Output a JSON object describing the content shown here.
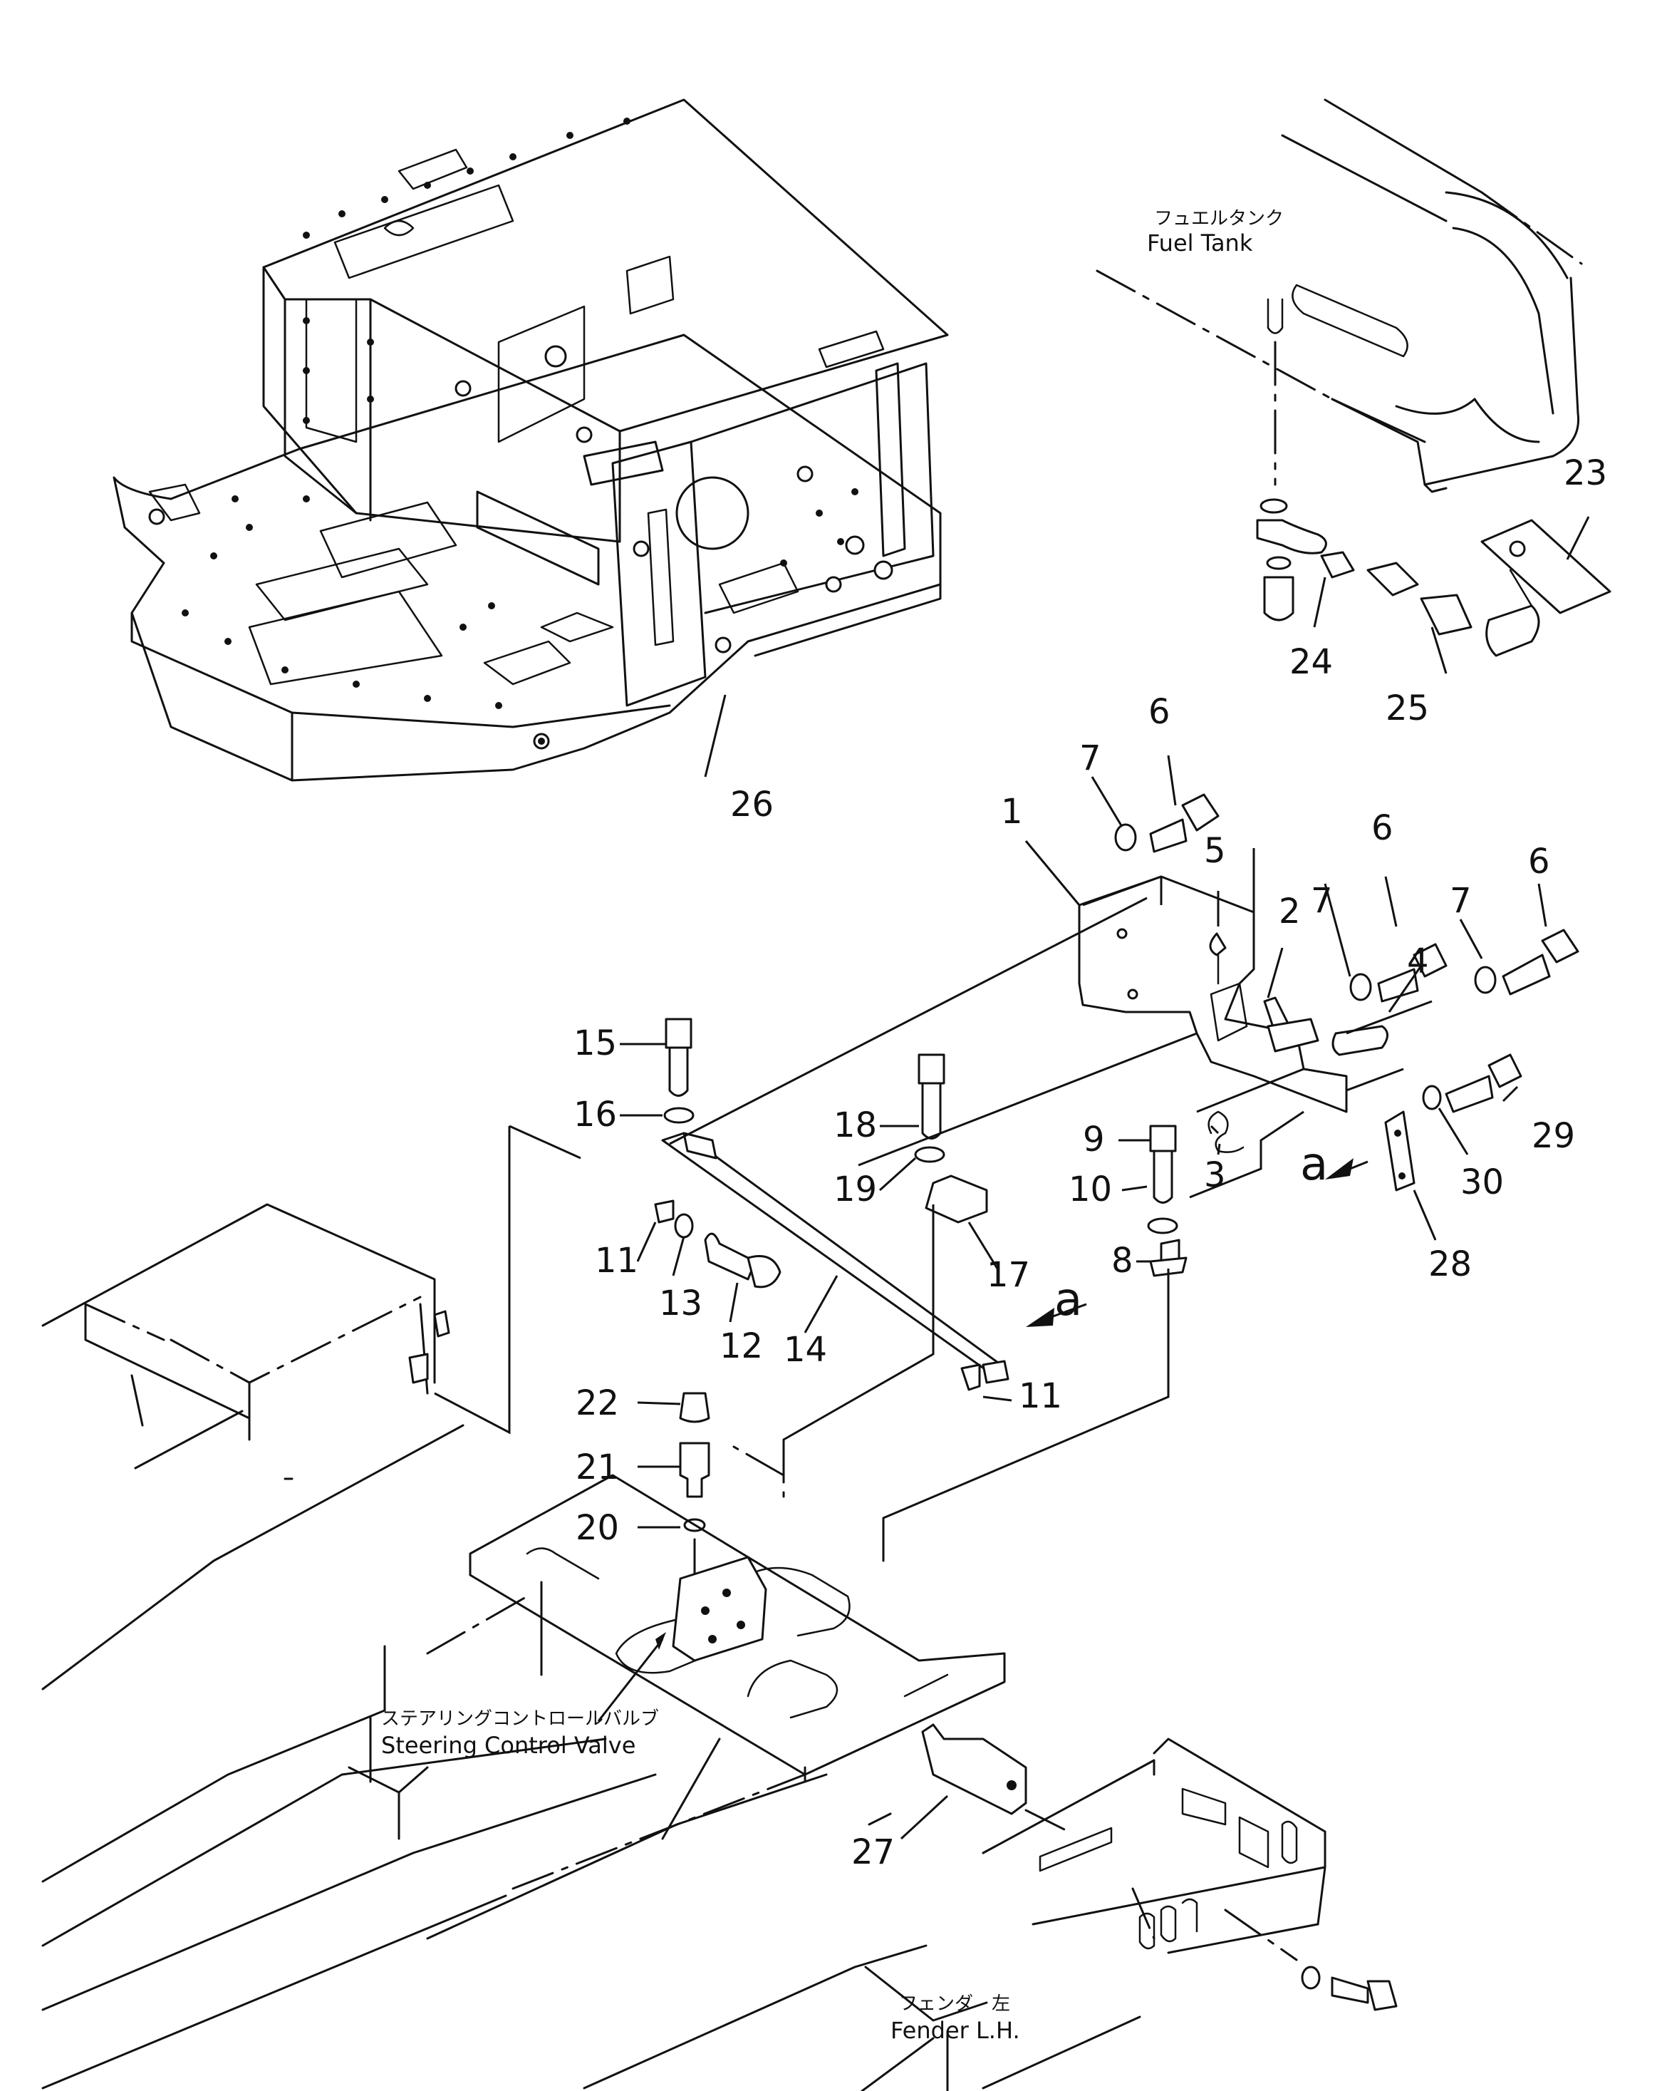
{
  "labels": {
    "fuel_tank_jp": "フュエルタンク",
    "fuel_tank_en": "Fuel  Tank",
    "steering_jp": "ステアリングコントロールバルブ",
    "steering_en": "Steering  Control  Valve",
    "fender_jp": "フェンダ　左",
    "fender_en": "Fender  L.H."
  },
  "view_marks": {
    "a1": "a",
    "a2": "a"
  },
  "part_numbers": {
    "p1": "1",
    "p2": "2",
    "p3": "3",
    "p4": "4",
    "p5": "5",
    "p6a": "6",
    "p6b": "6",
    "p6c": "6",
    "p7a": "7",
    "p7b": "7",
    "p7c": "7",
    "p8": "8",
    "p9": "9",
    "p10": "10",
    "p11a": "11",
    "p11b": "11",
    "p12": "12",
    "p13": "13",
    "p14": "14",
    "p15": "15",
    "p16": "16",
    "p17": "17",
    "p18": "18",
    "p19": "19",
    "p20": "20",
    "p21": "21",
    "p22": "22",
    "p23": "23",
    "p24": "24",
    "p25": "25",
    "p26": "26",
    "p27": "27",
    "p28": "28",
    "p29": "29",
    "p30": "30"
  }
}
